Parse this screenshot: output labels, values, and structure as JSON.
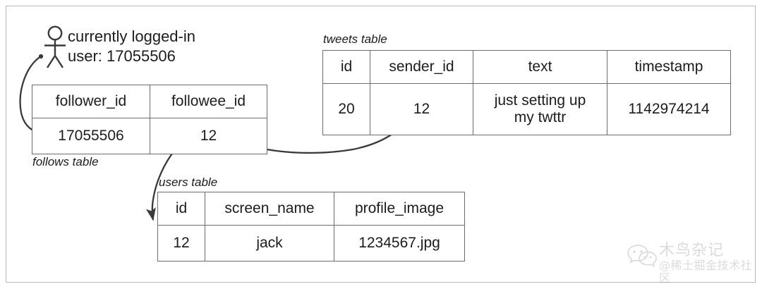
{
  "diagram": {
    "actor": {
      "icon": "stick-figure-user-icon",
      "note": "currently logged-in\nuser: 17055506",
      "user_id": "17055506"
    },
    "tables": [
      {
        "key": "follows",
        "caption": "follows table",
        "columns": [
          "follower_id",
          "followee_id"
        ],
        "rows": [
          [
            "17055506",
            "12"
          ]
        ]
      },
      {
        "key": "tweets",
        "caption": "tweets table",
        "columns": [
          "id",
          "sender_id",
          "text",
          "timestamp"
        ],
        "rows": [
          [
            "20",
            "12",
            "just setting up\nmy twttr",
            "1142974214"
          ]
        ]
      },
      {
        "key": "users",
        "caption": "users table",
        "columns": [
          "id",
          "screen_name",
          "profile_image"
        ],
        "rows": [
          [
            "12",
            "jack",
            "1234567.jpg"
          ]
        ]
      }
    ],
    "relations": [
      {
        "name": "user-to-follower-id",
        "from": "logged-in-user",
        "to": "follows.follower_id"
      },
      {
        "name": "followee-id-to-users-id",
        "from": "follows.followee_id",
        "to": "users.id"
      },
      {
        "name": "followee-id-to-sender-id",
        "from": "follows.followee_id",
        "to": "tweets.sender_id"
      }
    ],
    "colors": {
      "stroke": "#3a3a3a",
      "table_border": "#6d6d6d",
      "text": "#1c1c1c",
      "frame": "#b9b9b9",
      "background": "#ffffff"
    }
  },
  "watermark": {
    "icon": "wechat-icon",
    "line1": "木鸟杂记",
    "line2": "@稀土掘金技术社区"
  }
}
